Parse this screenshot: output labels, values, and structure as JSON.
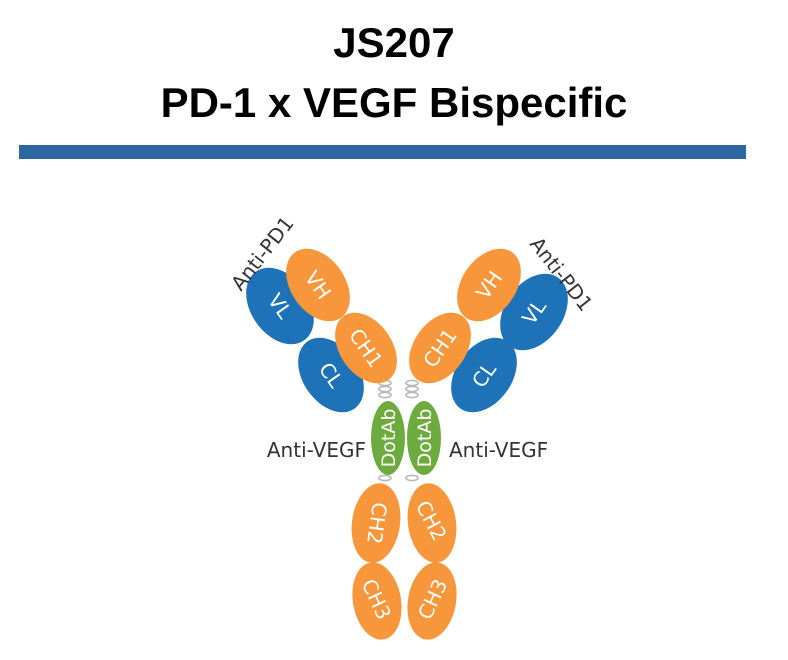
{
  "title": {
    "line1": "JS207",
    "line2": "PD-1 x VEGF Bispecific"
  },
  "colors": {
    "rule": "#2e679f",
    "heavy_chain": "#f7963a",
    "light_chain": "#1e72b8",
    "dotab": "#6eab3f",
    "domain_text": "#ffffff",
    "label_text": "#333333",
    "linker": "#b8b8b8"
  },
  "diagram": {
    "left_arm": {
      "label": "Anti-PD1",
      "vh": "VH",
      "vl": "VL",
      "ch1": "CH1",
      "cl": "CL"
    },
    "right_arm": {
      "label": "Anti-PD1",
      "vh": "VH",
      "vl": "VL",
      "ch1": "CH1",
      "cl": "CL"
    },
    "left_dotab": {
      "label": "DotAb",
      "target": "Anti-VEGF"
    },
    "right_dotab": {
      "label": "DotAb",
      "target": "Anti-VEGF"
    },
    "fc": {
      "left_ch2": "CH2",
      "right_ch2": "CH2",
      "left_ch3": "CH3",
      "right_ch3": "CH3"
    }
  }
}
